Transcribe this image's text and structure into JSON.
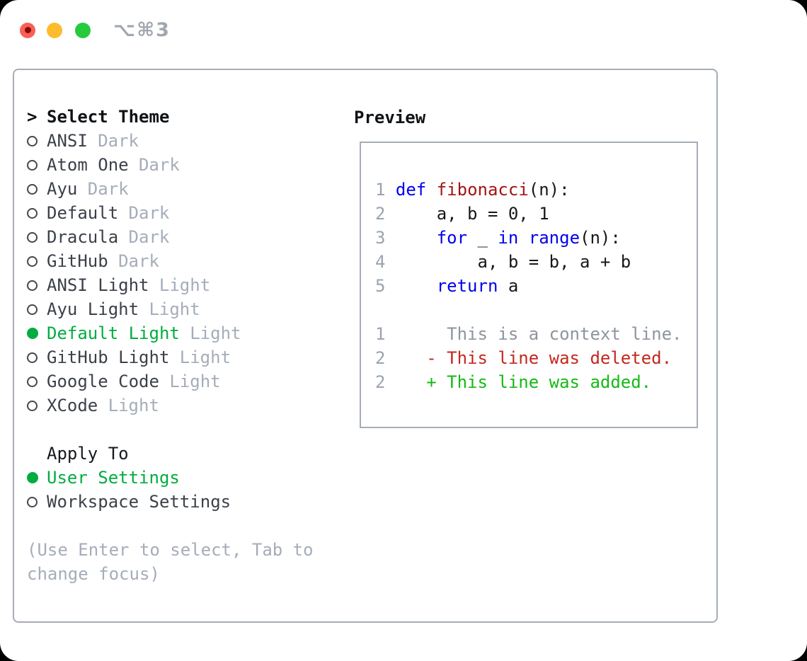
{
  "titlebar": {
    "shortcut": "⌥⌘3",
    "buttons": [
      {
        "name": "close",
        "color": "#f95f57"
      },
      {
        "name": "minimize",
        "color": "#fdbc2e"
      },
      {
        "name": "zoom",
        "color": "#27c93f"
      }
    ]
  },
  "theme_selector": {
    "prompt": ">",
    "title": "Select Theme",
    "items": [
      {
        "name": "ANSI",
        "variant": "Dark",
        "selected": false
      },
      {
        "name": "Atom One",
        "variant": "Dark",
        "selected": false
      },
      {
        "name": "Ayu",
        "variant": "Dark",
        "selected": false
      },
      {
        "name": "Default",
        "variant": "Dark",
        "selected": false
      },
      {
        "name": "Dracula",
        "variant": "Dark",
        "selected": false
      },
      {
        "name": "GitHub",
        "variant": "Dark",
        "selected": false
      },
      {
        "name": "ANSI Light",
        "variant": "Light",
        "selected": false
      },
      {
        "name": "Ayu Light",
        "variant": "Light",
        "selected": false
      },
      {
        "name": "Default Light",
        "variant": "Light",
        "selected": true
      },
      {
        "name": "GitHub Light",
        "variant": "Light",
        "selected": false
      },
      {
        "name": "Google Code",
        "variant": "Light",
        "selected": false
      },
      {
        "name": "XCode",
        "variant": "Light",
        "selected": false
      }
    ]
  },
  "apply_to": {
    "title": "Apply To",
    "options": [
      {
        "label": "User Settings",
        "selected": true
      },
      {
        "label": "Workspace Settings",
        "selected": false
      }
    ]
  },
  "help": {
    "line1": "(Use Enter to select, Tab to",
    "line2": "change focus)"
  },
  "preview": {
    "title": "Preview",
    "lines": [
      {
        "segs": [
          {
            "t": "1",
            "c": "ln"
          },
          {
            "t": " "
          },
          {
            "t": "def",
            "c": "kw"
          },
          {
            "t": " "
          },
          {
            "t": "fibonacci",
            "c": "fn"
          },
          {
            "t": "(n):"
          }
        ]
      },
      {
        "segs": [
          {
            "t": "2",
            "c": "ln"
          },
          {
            "t": "     a, b = 0, 1"
          }
        ]
      },
      {
        "segs": [
          {
            "t": "3",
            "c": "ln"
          },
          {
            "t": "     "
          },
          {
            "t": "for",
            "c": "kw"
          },
          {
            "t": " _ "
          },
          {
            "t": "in",
            "c": "kw"
          },
          {
            "t": " "
          },
          {
            "t": "range",
            "c": "kw"
          },
          {
            "t": "(n):"
          }
        ]
      },
      {
        "segs": [
          {
            "t": "4",
            "c": "ln"
          },
          {
            "t": "         a, b = b, a + b"
          }
        ]
      },
      {
        "segs": [
          {
            "t": "5",
            "c": "ln"
          },
          {
            "t": "     "
          },
          {
            "t": "return",
            "c": "kw"
          },
          {
            "t": " a"
          }
        ]
      },
      {
        "segs": []
      },
      {
        "segs": [
          {
            "t": "1",
            "c": "ln"
          },
          {
            "t": "      This is a context line.",
            "c": "ctx"
          }
        ]
      },
      {
        "segs": [
          {
            "t": "2",
            "c": "ln"
          },
          {
            "t": "    - This line was deleted.",
            "c": "del"
          }
        ]
      },
      {
        "segs": [
          {
            "t": "2",
            "c": "ln"
          },
          {
            "t": "    + This line was added.",
            "c": "add"
          }
        ]
      }
    ]
  },
  "colors": {
    "accent-green": "#00ad3f",
    "diff-add": "#13ba13",
    "diff-del": "#c3281e",
    "keyword-blue": "#0000ee",
    "function-red": "#a31515",
    "muted-gray": "#a5adb9",
    "line-number-gray": "#9aa3af",
    "context-gray": "#8d959e",
    "text-dark": "#3c4149",
    "heading-black": "#101316",
    "border-gray": "#a6adb6"
  }
}
